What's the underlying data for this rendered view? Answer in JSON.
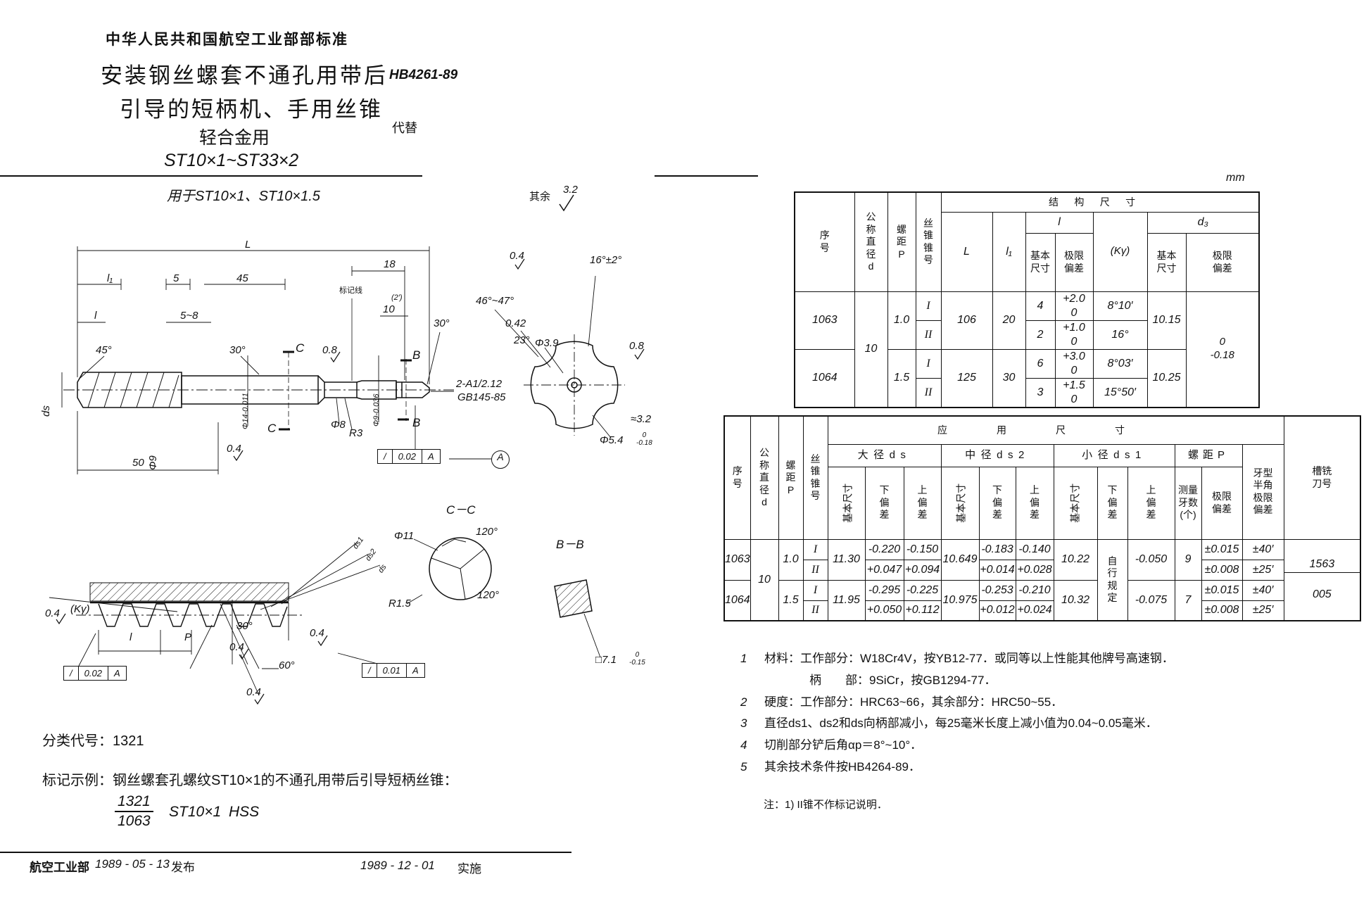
{
  "page": {
    "unit": "mm"
  },
  "header": {
    "ministry": "中华人民共和国航空工业部部标准",
    "title1": "安装钢丝螺套不通孔用带后",
    "title2": "引导的短柄机、手用丝锥",
    "title3": "轻合金用",
    "title4": "ST10×1~ST33×2",
    "scope": "用于ST10×1、ST10×1.5",
    "std_no": "HB4261-89",
    "replaces": "代替"
  },
  "drawing": {
    "labels": {
      "L": "L",
      "l1": "l₁",
      "dim5": "5",
      "dim45": "45",
      "dim18": "18",
      "mark_line": "标记线",
      "paren2": "(2′)",
      "dim10": "10",
      "dim_l": "l",
      "dim5_8": "5~8",
      "ang45": "45°",
      "ang30": "30°",
      "c_top": "C",
      "c_bot": "C",
      "b_top": "B",
      "b_bot": "B",
      "phi14": "Φ14-0.011",
      "r08": "0.8",
      "phi9t": "Φ9-0.036",
      "ang30tip": "30°",
      "ch1": "2-A1/2.12",
      "ch2": "GB145-85",
      "ds_end": "ds",
      "phi9": "Φ9",
      "r04": "0.4",
      "phi8": "Φ8",
      "r3": "R3",
      "dim50": "50",
      "qiyu": "其余",
      "r32": "3.2",
      "r04e": "0.4",
      "ang16": "16°±2°",
      "ang4647": "46°~47°",
      "v042": "0.42",
      "ang23": "23°",
      "phi39": "Φ3.9",
      "r08e": "0.8",
      "approx32": "≈3.2",
      "phi54": "Φ5.4",
      "phi54t": "0\n-0.18",
      "cc": "C－C",
      "phi11": "Φ11",
      "a120a": "120°",
      "r15": "R1.5",
      "a120b": "120°",
      "bb": "B－B",
      "sq71": "□7.1",
      "sq71t": "0\n-0.15",
      "r04k": "0.4",
      "kg": "(Kγ)",
      "ldet": "l",
      "pdet": "P",
      "a30d": "30°",
      "r04d": "0.4",
      "a60": "60°",
      "r04r": "0.4",
      "r04b": "0.4",
      "ds1": "ds1",
      "ds2": "ds2",
      "ds0": "ds"
    },
    "tolbox1": {
      "sym": "/",
      "value": "0.02",
      "datum": "A"
    },
    "tolbox2": {
      "sym": "/",
      "value": "0.02",
      "datum": "A"
    },
    "tolbox3": {
      "sym": "/",
      "value": "0.01",
      "datum": "A"
    },
    "datum": "A"
  },
  "table1": {
    "col_no": "序\n号",
    "col_d": "公\n称\n直\n径\nd",
    "col_p": "螺\n距\nP",
    "col_taper": "丝\n锥\n锥\n号",
    "group_structure": "结构尺寸",
    "col_L": "L",
    "col_l1": "l₁",
    "col_l": "l",
    "col_kr": "(Kγ)",
    "col_d3": "d₃",
    "sub_basic": "基本\n尺寸",
    "sub_dev": "极限\n偏差",
    "rows": [
      {
        "no": "1063",
        "d": "10",
        "p": "1.0",
        "tapers": [
          "I",
          "II"
        ],
        "L": "106",
        "l1": "20",
        "l_basic": [
          "4",
          "2"
        ],
        "l_dev": [
          "+2.0\n0",
          "+1.0\n0"
        ],
        "kr": [
          "8°10′",
          "16°"
        ],
        "d3_basic": "10.15",
        "d3_dev": "0\n-0.18"
      },
      {
        "no": "1064",
        "p": "1.5",
        "tapers": [
          "I",
          "II"
        ],
        "L": "125",
        "l1": "30",
        "l_basic": [
          "6",
          "3"
        ],
        "l_dev": [
          "+3.0\n0",
          "+1.5\n0"
        ],
        "kr": [
          "8°03′",
          "15°50′"
        ],
        "d3_basic": "10.25"
      }
    ]
  },
  "table2": {
    "col_no": "序\n号",
    "col_d": "公\n称\n直\n径\nd",
    "col_p": "螺\n距\nP",
    "col_taper": "丝\n锥\n锥\n号",
    "group_app": "应用尺寸",
    "g_ds": "大径ds",
    "g_ds2": "中径ds2",
    "g_ds1": "小径ds1",
    "g_pitch": "螺距P",
    "sub_basic": "基本尺寸",
    "sub_lower": "下\n偏\n差",
    "sub_upper": "上\n偏\n差",
    "sub_teeth": "测量\n牙数\n(个)",
    "sub_pdev": "极限\n偏差",
    "col_halfangle": "牙型\n半角\n极限\n偏差",
    "col_cutter": "槽铣\n刀号",
    "rows": [
      {
        "no": "1063",
        "d": "10",
        "p": "1.0",
        "tapers": [
          "I",
          "II"
        ],
        "ds_basic": "11.30",
        "ds_lower": [
          "-0.220",
          "+0.047"
        ],
        "ds_upper": [
          "-0.150",
          "+0.094"
        ],
        "ds2_basic": "10.649",
        "ds2_lower": [
          "-0.183",
          "+0.014"
        ],
        "ds2_upper": [
          "-0.140",
          "+0.028"
        ],
        "ds1_basic": "10.22",
        "ds1_lower": "自\n行\n规\n定",
        "ds1_upper": "-0.050",
        "teeth": "9",
        "p_dev": [
          "±0.015",
          "±0.008"
        ],
        "half_angle": [
          "±40′",
          "±25′"
        ],
        "cutter_top": "1563",
        "cutter_bottom": "005"
      },
      {
        "no": "1064",
        "p": "1.5",
        "tapers": [
          "I",
          "II"
        ],
        "ds_basic": "11.95",
        "ds_lower": [
          "-0.295",
          "+0.050"
        ],
        "ds_upper": [
          "-0.225",
          "+0.112"
        ],
        "ds2_basic": "10.975",
        "ds2_lower": [
          "-0.253",
          "+0.012"
        ],
        "ds2_upper": [
          "-0.210",
          "+0.024"
        ],
        "ds1_basic": "10.32",
        "ds1_upper": "-0.075",
        "teeth": "7",
        "p_dev": [
          "±0.015",
          "±0.008"
        ],
        "half_angle": [
          "±40′",
          "±25′"
        ]
      }
    ]
  },
  "notes": {
    "items": [
      {
        "no": "1",
        "text": "材料：工作部分：W18Cr4V，按YB12-77．或同等以上性能其他牌号高速钢．"
      },
      {
        "no": "",
        "text": "柄　　部：9SiCr，按GB1294-77．"
      },
      {
        "no": "2",
        "text": "硬度：工作部分：HRC63~66，其余部分：HRC50~55．"
      },
      {
        "no": "3",
        "text": "直径ds1、ds2和ds向柄部减小，每25毫米长度上减小值为0.04~0.05毫米．"
      },
      {
        "no": "4",
        "text": "切削部分铲后角αp＝8°~10°．"
      },
      {
        "no": "5",
        "text": "其余技术条件按HB4264-89．"
      }
    ],
    "footnote": "注：1) II锥不作标记说明．"
  },
  "classification": {
    "class_line": "分类代号：1321",
    "example_label": "标记示例：钢丝螺套孔螺纹ST10×1的不通孔用带后引导短柄丝锥：",
    "frac_top": "1321",
    "frac_bottom": "1063",
    "designation": "ST10×1",
    "material": "HSS"
  },
  "footer": {
    "issuer": "航空工业部",
    "issue_date": "1989 - 05 - 13",
    "issue_action": "发布",
    "impl_date": "1989 - 12 - 01",
    "impl_action": "实施"
  }
}
